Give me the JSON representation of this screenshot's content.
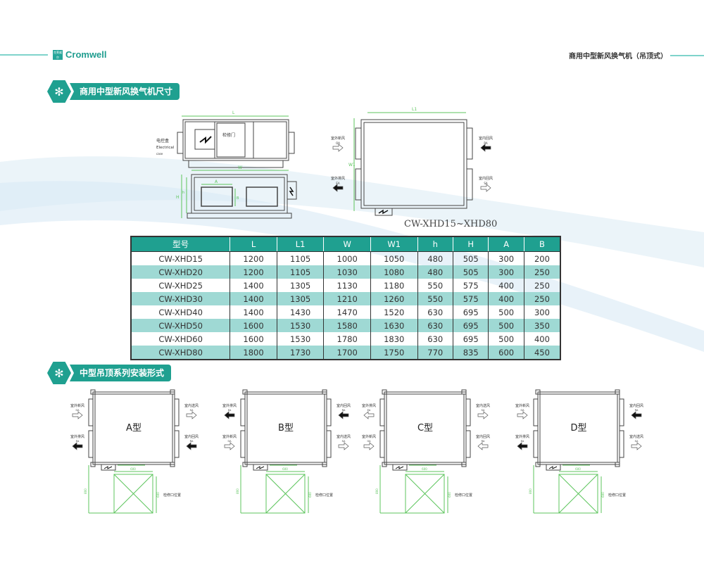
{
  "header": {
    "brand": "Cromwell",
    "brand_cn": "克莱威尔",
    "doc_title": "商用中型新风换气机（吊顶式）"
  },
  "section1": {
    "title": "商用中型新风换气机尺寸"
  },
  "section2": {
    "title": "中型吊顶系列安装形式"
  },
  "drawings": {
    "electrical_box_cn": "电控盒",
    "electrical_box_en": "Electrical",
    "electrical_box_en2": "case",
    "access_door": "检修门",
    "dim_L": "L",
    "dim_L1": "L1",
    "dim_W": "W",
    "dim_W1": "W1",
    "dim_A": "A",
    "dim_B": "B",
    "dim_H": "H",
    "dim_h": "h",
    "oa": "室外新风",
    "oa_code": "OA",
    "ea": "室外排风",
    "ea_code": "EA",
    "ra": "室内回风",
    "ra_code": "RA",
    "sa": "室内送风",
    "sa_code": "SA",
    "model_range": "CW-XHD15~XHD80"
  },
  "table": {
    "headers": [
      "型号",
      "L",
      "L1",
      "W",
      "W1",
      "h",
      "H",
      "A",
      "B"
    ],
    "rows": [
      [
        "CW-XHD15",
        "1200",
        "1105",
        "1000",
        "1050",
        "480",
        "505",
        "300",
        "200"
      ],
      [
        "CW-XHD20",
        "1200",
        "1105",
        "1030",
        "1080",
        "480",
        "505",
        "300",
        "250"
      ],
      [
        "CW-XHD25",
        "1400",
        "1305",
        "1130",
        "1180",
        "550",
        "575",
        "400",
        "250"
      ],
      [
        "CW-XHD30",
        "1400",
        "1305",
        "1210",
        "1260",
        "550",
        "575",
        "400",
        "250"
      ],
      [
        "CW-XHD40",
        "1400",
        "1430",
        "1470",
        "1520",
        "630",
        "695",
        "500",
        "300"
      ],
      [
        "CW-XHD50",
        "1600",
        "1530",
        "1580",
        "1630",
        "630",
        "695",
        "500",
        "350"
      ],
      [
        "CW-XHD60",
        "1600",
        "1530",
        "1780",
        "1830",
        "630",
        "695",
        "500",
        "400"
      ],
      [
        "CW-XHD80",
        "1800",
        "1730",
        "1700",
        "1750",
        "770",
        "835",
        "600",
        "450"
      ]
    ]
  },
  "install": {
    "access_label": "检修口位置",
    "dim_width": "600",
    "dim_depth": "800",
    "dim_side": "600",
    "types": [
      {
        "label": "A型",
        "ports": [
          {
            "name": "室外新风",
            "code": "OA",
            "arrow": "outline-right"
          },
          {
            "name": "室外排风",
            "code": "EA",
            "arrow": "solid-left"
          },
          {
            "name": "室内送风",
            "code": "SA",
            "arrow": "outline-right"
          },
          {
            "name": "室内回风",
            "code": "RA",
            "arrow": "solid-left"
          }
        ]
      },
      {
        "label": "B型",
        "ports": [
          {
            "name": "室外排风",
            "code": "EA",
            "arrow": "solid-left"
          },
          {
            "name": "室外新风",
            "code": "OA",
            "arrow": "outline-right"
          },
          {
            "name": "室内回风",
            "code": "RA",
            "arrow": "solid-left"
          },
          {
            "name": "室内送风",
            "code": "SA",
            "arrow": "outline-right"
          }
        ]
      },
      {
        "label": "C型",
        "ports": [
          {
            "name": "室外排风",
            "code": "EA",
            "arrow": "outline-left"
          },
          {
            "name": "室外新风",
            "code": "OA",
            "arrow": "outline-right"
          },
          {
            "name": "室内送风",
            "code": "SA",
            "arrow": "outline-right"
          },
          {
            "name": "室内回风",
            "code": "RA",
            "arrow": "outline-left"
          }
        ]
      },
      {
        "label": "D型",
        "ports": [
          {
            "name": "室外新风",
            "code": "OA",
            "arrow": "outline-right"
          },
          {
            "name": "室外排风",
            "code": "EA",
            "arrow": "solid-left"
          },
          {
            "name": "室内回风",
            "code": "RA",
            "arrow": "solid-left"
          },
          {
            "name": "室内送风",
            "code": "SA",
            "arrow": "outline-right"
          }
        ]
      }
    ]
  },
  "colors": {
    "accent": "#1fa090",
    "row_alt": "#9fd9d4",
    "dim_line": "#5cc45c"
  }
}
